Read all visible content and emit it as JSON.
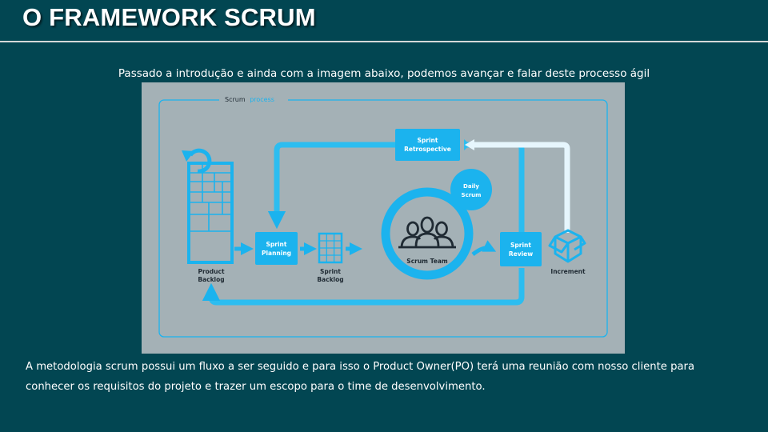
{
  "slide": {
    "title": "O FRAMEWORK SCRUM",
    "intro": "Passado a introdução e ainda com a imagem abaixo, podemos avançar e falar deste processo ágil",
    "body_lines": [
      "A metodologia scrum possui um fluxo a ser seguido e para isso o Product Owner(PO) terá uma reunião com nosso cliente para",
      "conhecer os requisitos do projeto e trazer um escopo para o time de desenvolvimento."
    ]
  },
  "diagram": {
    "frame_label_part1": "Scrum",
    "frame_label_part2": "process",
    "product_backlog": [
      "Product",
      "Backlog"
    ],
    "sprint_planning": [
      "Sprint",
      "Planning"
    ],
    "sprint_backlog": [
      "Sprint",
      "Backlog"
    ],
    "daily_scrum": [
      "Daily",
      "Scrum"
    ],
    "scrum_team": "Scrum Team",
    "sprint_review": [
      "Sprint",
      "Review"
    ],
    "sprint_retrospective": [
      "Sprint",
      "Retrospective"
    ],
    "increment": "Increment",
    "colors": {
      "accent": "#1bb3ee",
      "background": "#a4b1b6",
      "dark": "#1f2a33",
      "pale_arrow": "#e6f6fd"
    }
  }
}
